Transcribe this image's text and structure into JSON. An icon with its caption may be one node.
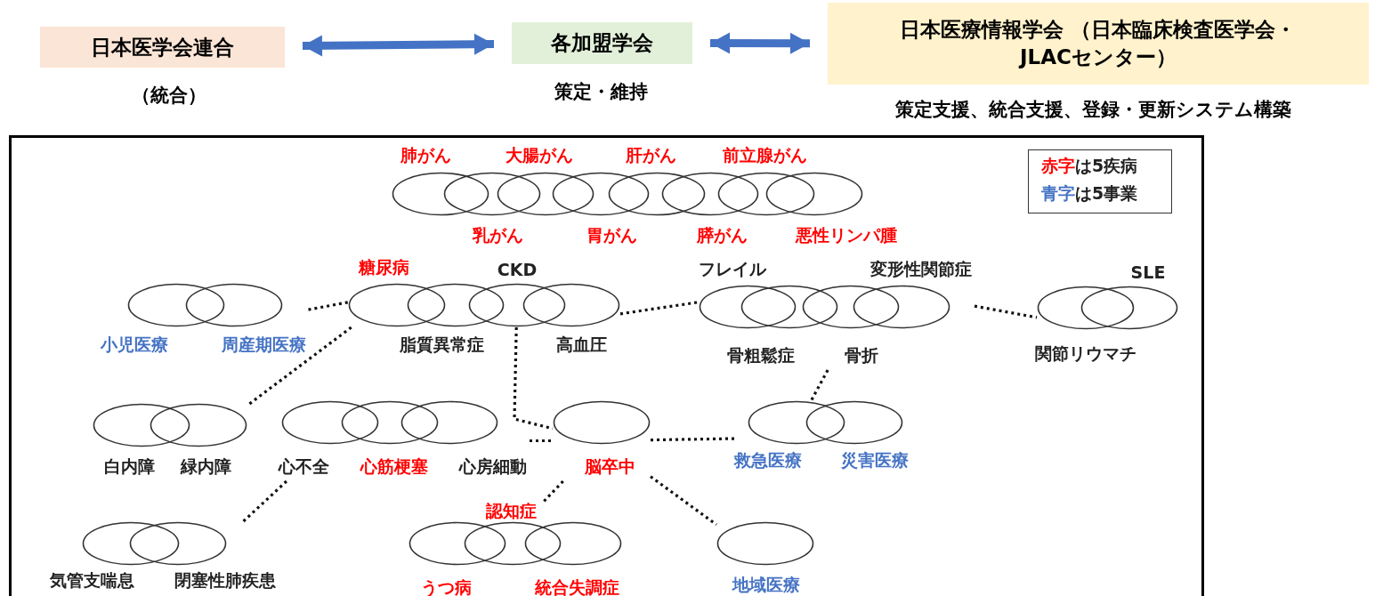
{
  "diagram": {
    "nodes": [
      {
        "text": [
          "日本医学会連合"
        ],
        "beside": [
          "（統合）"
        ]
      },
      {
        "text": [
          "各加盟学会"
        ],
        "beside": [
          "策定・維持"
        ]
      },
      {
        "text": [
          "日本医療情報学会 （日本臨床検査医学会・JLACセンター）"
        ],
        "beside": [
          "策定支援、統合支援、登録・更新システム構築"
        ]
      },
      {
        "text": [],
        "shape": "box"
      },
      {
        "text": [
          "肺がん"
        ],
        "in": 3
      },
      {
        "text": [
          "乳がん"
        ],
        "in": 3
      },
      {
        "text": [
          "大腸がん"
        ],
        "in": 3
      },
      {
        "text": [
          "胃がん"
        ],
        "in": 3
      },
      {
        "text": [
          "肝がん"
        ],
        "in": 3
      },
      {
        "text": [
          "膵がん"
        ],
        "in": 3
      },
      {
        "text": [
          "前立腺がん"
        ],
        "in": 3
      },
      {
        "text": [
          "悪性リンパ腫"
        ],
        "in": 3
      },
      {
        "text": [
          "小児医療"
        ],
        "in": 3
      },
      {
        "text": [
          "周産期医療"
        ],
        "in": 3
      },
      {
        "text": [
          "糖尿病"
        ],
        "in": 3
      },
      {
        "text": [
          "脂質異常症"
        ],
        "in": 3
      },
      {
        "text": [
          "CKD"
        ],
        "in": 3
      },
      {
        "text": [
          "高血圧"
        ],
        "in": 3
      },
      {
        "text": [
          "フレイル"
        ],
        "in": 3
      },
      {
        "text": [
          "骨粗鬆症"
        ],
        "in": 3
      },
      {
        "text": [
          "骨折"
        ],
        "in": 3
      },
      {
        "text": [
          "変形性関節症"
        ],
        "in": 3
      },
      {
        "text": [
          "関節リウマチ"
        ],
        "in": 3
      },
      {
        "text": [
          "SLE"
        ],
        "in": 3
      },
      {
        "text": [
          "白内障"
        ],
        "in": 3
      },
      {
        "text": [
          "緑内障"
        ],
        "in": 3
      },
      {
        "text": [
          "心不全"
        ],
        "in": 3
      },
      {
        "text": [
          "心筋梗塞"
        ],
        "in": 3
      },
      {
        "text": [
          "心房細動"
        ],
        "in": 3
      },
      {
        "text": [
          "脳卒中"
        ],
        "in": 3
      },
      {
        "text": [
          "救急医療"
        ],
        "in": 3
      },
      {
        "text": [
          "災害医療"
        ],
        "in": 3
      },
      {
        "text": [
          "気管支喘息"
        ],
        "in": 3
      },
      {
        "text": [
          "閉塞性肺疾患"
        ],
        "in": 3
      },
      {
        "text": [
          "うつ病"
        ],
        "in": 3
      },
      {
        "text": [
          "認知症"
        ],
        "in": 3
      },
      {
        "text": [
          "統合失調症"
        ],
        "in": 3
      },
      {
        "text": [
          "地域医療"
        ],
        "in": 3
      }
    ],
    "edges": [
      {
        "from": 0,
        "to": 1,
        "arrow": "both",
        "style": "thick",
        "color": "#4472c4"
      },
      {
        "from": 1,
        "to": 2,
        "arrow": "both",
        "style": "thick",
        "color": "#4472c4"
      },
      {
        "from": 13,
        "to": 14,
        "arrow": "none",
        "style": "dashed"
      },
      {
        "from": 17,
        "to": 18,
        "arrow": "none",
        "style": "dashed"
      },
      {
        "from": 21,
        "to": 22,
        "arrow": "none",
        "style": "dashed"
      },
      {
        "from": 14,
        "to": 25,
        "arrow": "none",
        "style": "dashed"
      },
      {
        "from": 16,
        "to": 29,
        "arrow": "none",
        "style": "dashed"
      },
      {
        "from": 28,
        "to": 29,
        "arrow": "none",
        "style": "dashed"
      },
      {
        "from": 29,
        "to": 30,
        "arrow": "none",
        "style": "dashed"
      },
      {
        "from": 20,
        "to": 30,
        "arrow": "none",
        "style": "dashed"
      },
      {
        "from": 26,
        "to": 33,
        "arrow": "none",
        "style": "dashed"
      },
      {
        "from": 29,
        "to": 35,
        "arrow": "none",
        "style": "dashed"
      },
      {
        "from": 29,
        "to": 37,
        "arrow": "none",
        "style": "dashed"
      }
    ],
    "legend": [
      {
        "text": "赤字は5疾病",
        "color": "#ff0000"
      },
      {
        "text": "青字は5事業",
        "color": "#4472c4"
      }
    ]
  }
}
